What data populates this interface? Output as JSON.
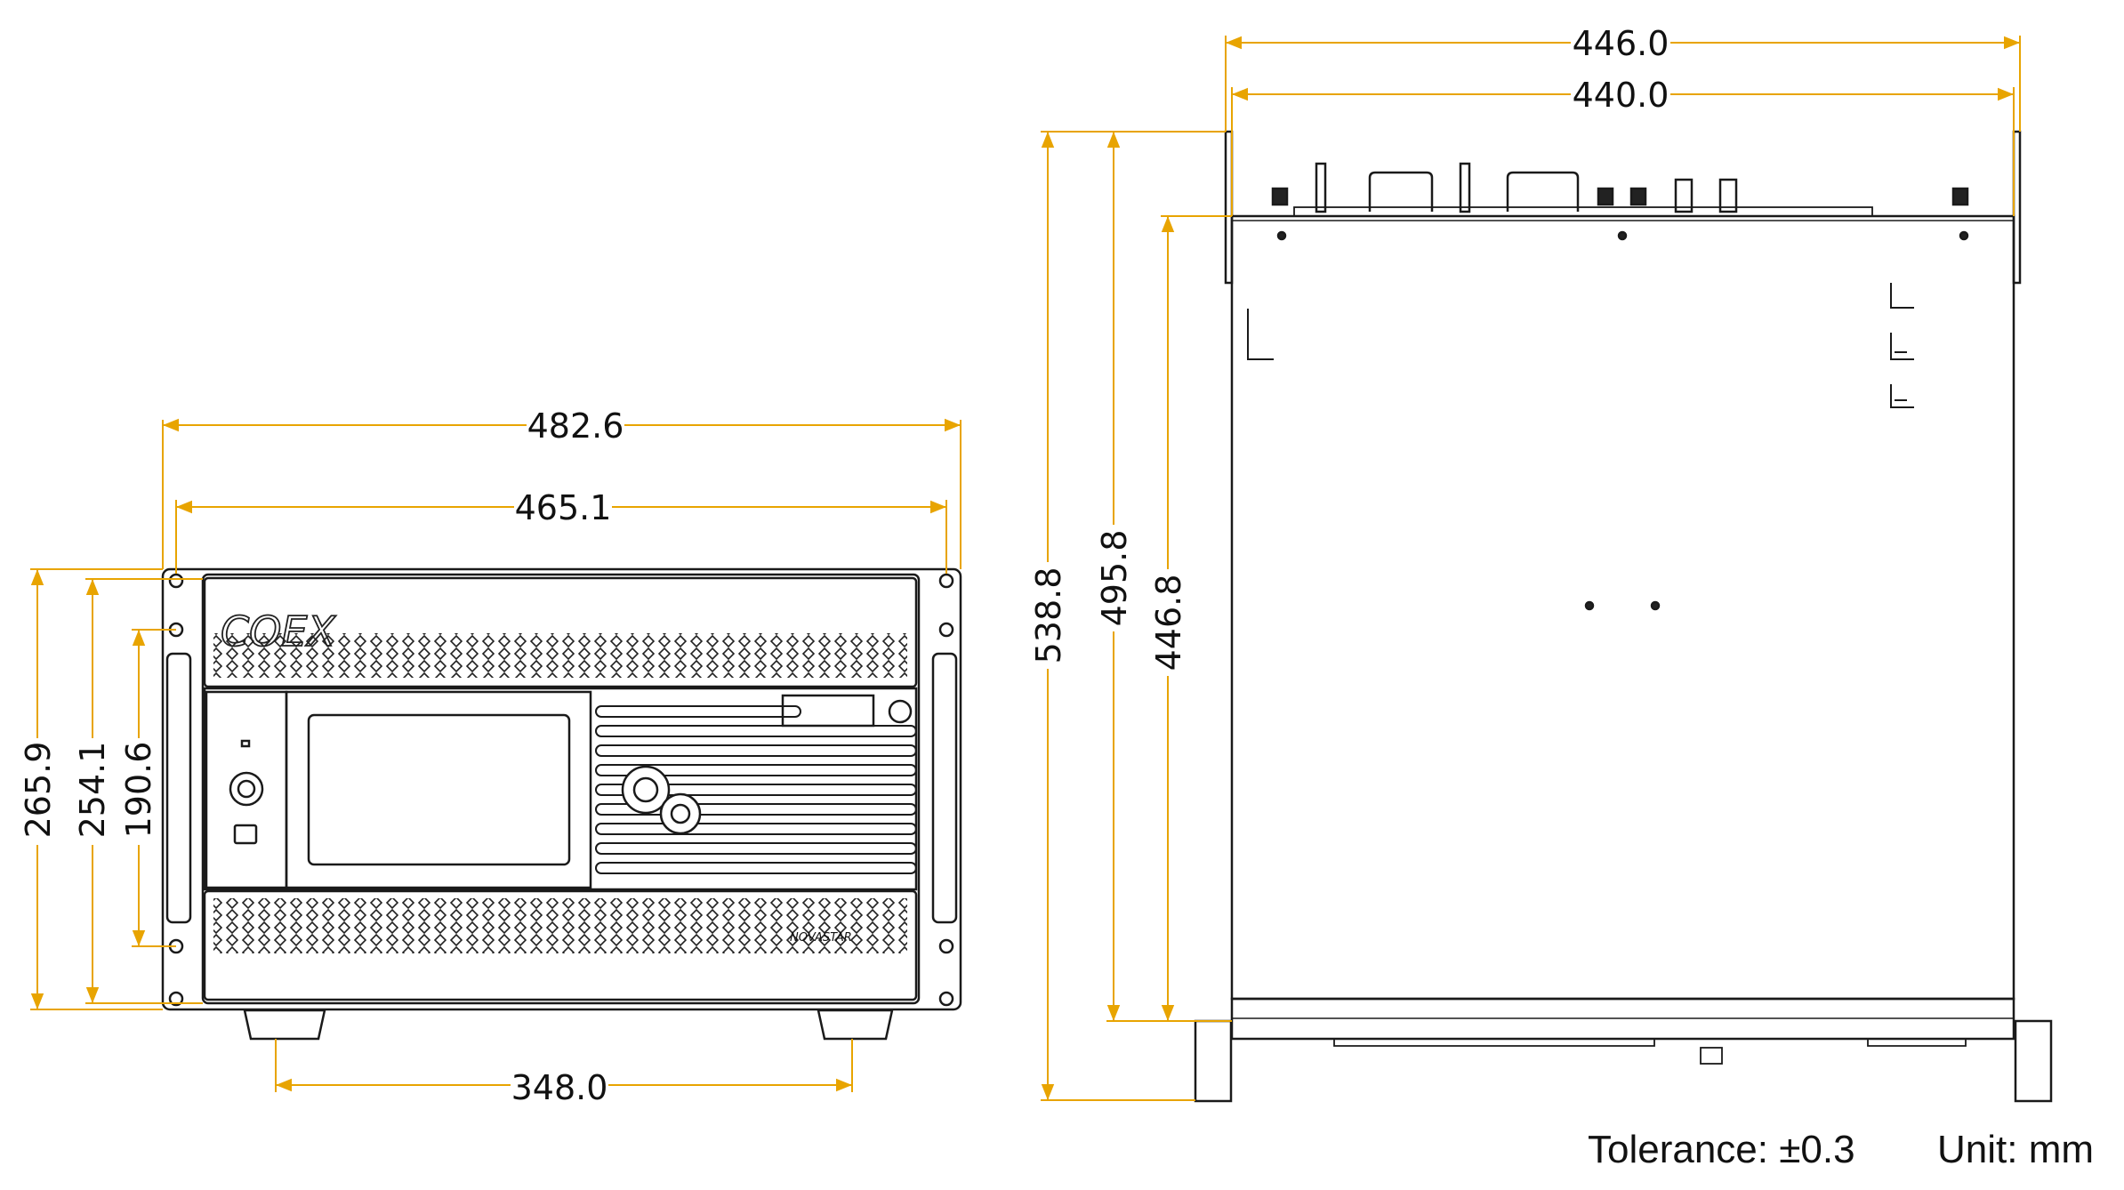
{
  "front_view": {
    "dimensions": {
      "rack_width": "482.6",
      "mount_hole_spacing": "465.1",
      "foot_spacing": "348.0",
      "overall_height": "265.9",
      "panel_height": "254.1",
      "hole_spacing_vertical": "190.6"
    },
    "brand_logo": "COEX",
    "model_logo": "NOVASTAR"
  },
  "top_view": {
    "dimensions": {
      "total_width": "446.0",
      "body_width": "440.0",
      "total_depth": "538.8",
      "depth_with_connectors": "495.8",
      "body_depth": "446.8"
    }
  },
  "footer": {
    "tolerance": "Tolerance: ±0.3",
    "unit": "Unit: mm"
  },
  "colors": {
    "dimension_line": "#E8A400",
    "outline": "#1a1a1a",
    "background": "#ffffff"
  }
}
